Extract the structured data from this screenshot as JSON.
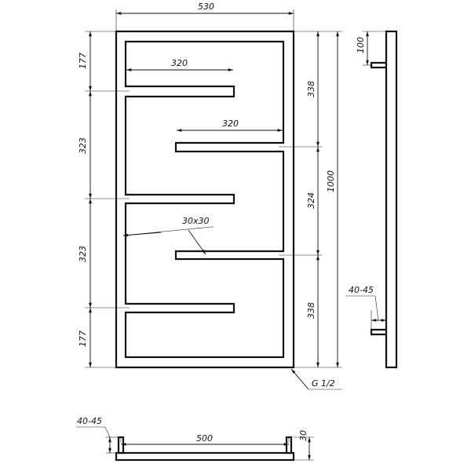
{
  "dimensions": {
    "overall_width": "530",
    "overall_height": "1000",
    "upper_arm_length": "320",
    "middle_arm_length": "320",
    "tube_section": "30x30",
    "left_segment_top": "177",
    "left_segment_upper": "323",
    "left_segment_lower": "323",
    "left_segment_bottom": "177",
    "right_segment_top": "338",
    "right_segment_mid": "324",
    "right_segment_bottom": "338",
    "side_offset_top": "100",
    "side_wall_gap": "40-45",
    "connection_thread": "G 1/2",
    "bottom_view_wall_gap": "40-45",
    "bottom_view_center_distance": "500",
    "bottom_view_height": "30"
  }
}
